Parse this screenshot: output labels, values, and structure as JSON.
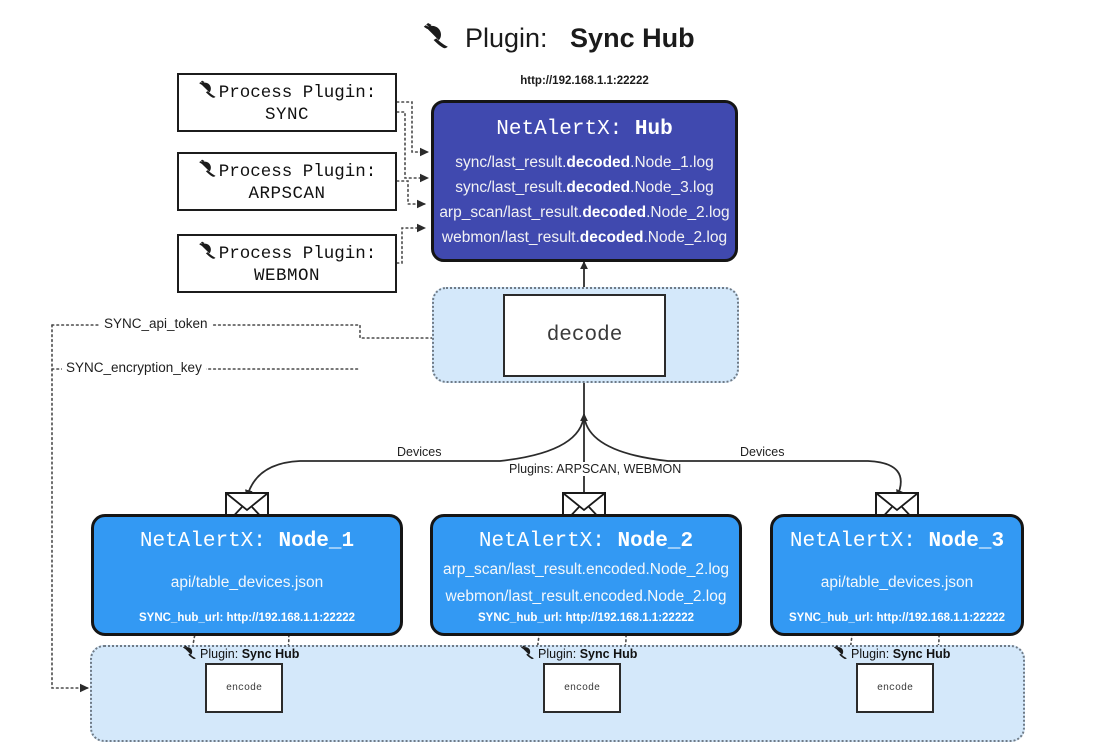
{
  "title": {
    "icon": "plug-icon",
    "prefix": "Plugin:",
    "name": "Sync Hub"
  },
  "process_plugins": [
    {
      "icon": "plug-icon",
      "line1": "Process Plugin:",
      "line2": "SYNC"
    },
    {
      "icon": "plug-icon",
      "line1": "Process Plugin:",
      "line2": "ARPSCAN"
    },
    {
      "icon": "plug-icon",
      "line1": "Process Plugin:",
      "line2": "WEBMON"
    }
  ],
  "hub": {
    "url": "http://192.168.1.1:22222",
    "label_prefix": "NetAlertX:",
    "label_name": "Hub",
    "log_lines": [
      {
        "pre": "sync/last_result.",
        "mid": "decoded",
        "post": ".Node_1.log"
      },
      {
        "pre": "sync/last_result.",
        "mid": "decoded",
        "post": ".Node_3.log"
      },
      {
        "pre": "arp_scan/last_result.",
        "mid": "decoded",
        "post": ".Node_2.log"
      },
      {
        "pre": "webmon/last_result.",
        "mid": "decoded",
        "post": ".Node_2.log"
      }
    ]
  },
  "decode": {
    "label": "decode"
  },
  "tokens": [
    {
      "label": "SYNC_api_token"
    },
    {
      "label": "SYNC_encryption_key"
    }
  ],
  "wire_labels": {
    "devices_left": "Devices",
    "devices_right": "Devices",
    "plugins_center": "Plugins: ARPSCAN, WEBMON"
  },
  "nodes": [
    {
      "label_prefix": "NetAlertX:",
      "label_name": "Node_1",
      "lines": [
        "api/table_devices.json"
      ],
      "hub_url": "SYNC_hub_url: http://192.168.1.1:22222",
      "icon": "envelope-icon"
    },
    {
      "label_prefix": "NetAlertX:",
      "label_name": "Node_2",
      "lines": [
        "arp_scan/last_result.encoded.Node_2.log",
        "webmon/last_result.encoded.Node_2.log"
      ],
      "hub_url": "SYNC_hub_url: http://192.168.1.1:22222",
      "icon": "envelope-icon"
    },
    {
      "label_prefix": "NetAlertX:",
      "label_name": "Node_3",
      "lines": [
        "api/table_devices.json"
      ],
      "hub_url": "SYNC_hub_url: http://192.168.1.1:22222",
      "icon": "envelope-icon"
    }
  ],
  "encoders": [
    {
      "icon": "plug-icon",
      "prefix": "Plugin:",
      "name": "Sync Hub",
      "box_label": "encode"
    },
    {
      "icon": "plug-icon",
      "prefix": "Plugin:",
      "name": "Sync Hub",
      "box_label": "encode"
    },
    {
      "icon": "plug-icon",
      "prefix": "Plugin:",
      "name": "Sync Hub",
      "box_label": "encode"
    }
  ],
  "colors": {
    "hub_fill": "#4049AF",
    "node_fill": "#3399F3",
    "region_fill": "#d4e8fa",
    "stroke": "#151515",
    "dotted": "#6f7b87"
  }
}
